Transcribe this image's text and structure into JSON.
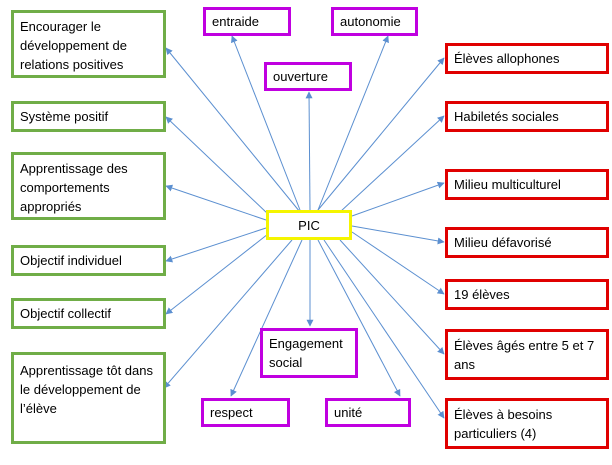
{
  "center": {
    "label": "PIC"
  },
  "left_nodes": [
    {
      "label": "Encourager le développement de relations positives"
    },
    {
      "label": "Système positif"
    },
    {
      "label": "Apprentissage des comportements appropriés"
    },
    {
      "label": "Objectif individuel"
    },
    {
      "label": "Objectif collectif"
    },
    {
      "label": "Apprentissage tôt dans le développement de l’élève"
    }
  ],
  "values_nodes": [
    {
      "label": "entraide"
    },
    {
      "label": "autonomie"
    },
    {
      "label": "ouverture"
    },
    {
      "label": "Engagement social"
    },
    {
      "label": "respect"
    },
    {
      "label": "unité"
    }
  ],
  "right_nodes": [
    {
      "label": "Élèves allophones"
    },
    {
      "label": "Habiletés sociales"
    },
    {
      "label": "Milieu multiculturel"
    },
    {
      "label": "Milieu défavorisé"
    },
    {
      "label": "19 élèves"
    },
    {
      "label": "Élèves âgés entre 5 et 7 ans"
    },
    {
      "label": "Élèves à besoins particuliers (4)"
    }
  ],
  "colors": {
    "left_border": "#70ad47",
    "values_border": "#c000e0",
    "right_border": "#e00000",
    "center_border": "#f5f500",
    "arrow": "#5b8fd0"
  }
}
